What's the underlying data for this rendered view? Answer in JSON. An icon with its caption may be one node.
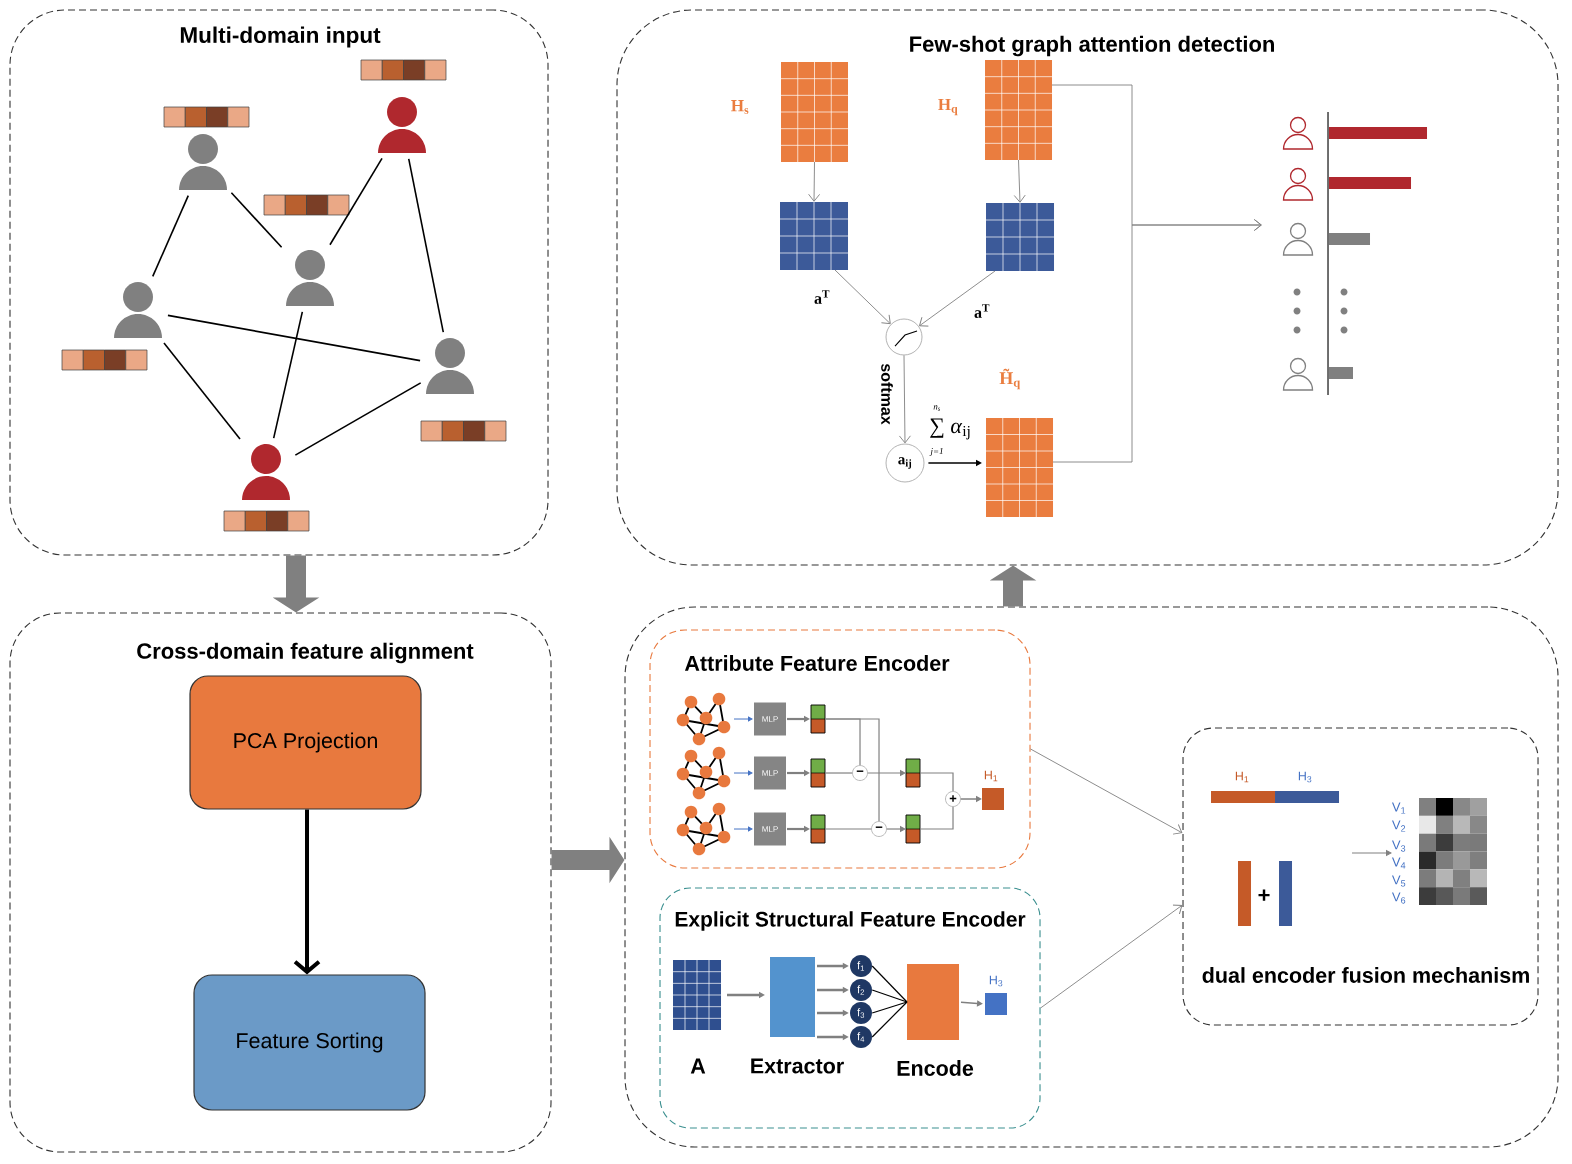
{
  "diagram": {
    "nodes": [
      {
        "text": [
          "Multi-domain input"
        ]
      },
      {
        "text": [],
        "shape": "person",
        "in": 0
      },
      {
        "text": [],
        "shape": "person",
        "in": 0
      },
      {
        "text": [],
        "shape": "person",
        "in": 0
      },
      {
        "text": [],
        "shape": "person",
        "in": 0
      },
      {
        "text": [],
        "shape": "person",
        "in": 0
      },
      {
        "text": [],
        "shape": "person",
        "in": 0
      },
      {
        "text": [
          "Few-shot graph attention detection"
        ]
      },
      {
        "text": [
          "H$_{s}$"
        ],
        "in": 7
      },
      {
        "text": [
          "H$_{q}$"
        ],
        "in": 7
      },
      {
        "text": [],
        "shape": "box",
        "in": 7
      },
      {
        "text": [],
        "shape": "box",
        "in": 7
      },
      {
        "text": [],
        "shape": "circle",
        "in": 7
      },
      {
        "text": [
          "a$_{ij}$"
        ],
        "in": 7
      },
      {
        "text": [
          "H̃$_{q}$"
        ],
        "in": 7
      },
      {
        "text": [],
        "shape": "picture",
        "in": 7
      },
      {
        "text": [
          "Cross-domain feature alignment"
        ]
      },
      {
        "text": [
          "PCA Projection"
        ],
        "in": 16
      },
      {
        "text": [
          "Feature Sorting"
        ],
        "in": 16
      },
      {
        "text": [],
        "shape": "box"
      },
      {
        "text": [
          "Attribute Feature Encoder"
        ],
        "in": 19
      },
      {
        "text": [],
        "shape": "picture",
        "in": 20
      },
      {
        "text": [],
        "shape": "picture",
        "in": 20
      },
      {
        "text": [],
        "shape": "picture",
        "in": 20
      },
      {
        "text": [
          "MLP"
        ],
        "in": 20
      },
      {
        "text": [
          "MLP"
        ],
        "in": 20
      },
      {
        "text": [
          "MLP"
        ],
        "in": 20
      },
      {
        "text": [],
        "shape": "box",
        "in": 20
      },
      {
        "text": [],
        "shape": "box",
        "in": 20
      },
      {
        "text": [],
        "shape": "box",
        "in": 20
      },
      {
        "text": [
          "−"
        ],
        "in": 20
      },
      {
        "text": [
          "−"
        ],
        "in": 20
      },
      {
        "text": [],
        "shape": "box",
        "in": 20
      },
      {
        "text": [],
        "shape": "box",
        "in": 20
      },
      {
        "text": [
          "+"
        ],
        "in": 20
      },
      {
        "text": [
          "H$_{1}$"
        ],
        "in": 20
      },
      {
        "text": [
          "Explicit Structural Feature Encoder"
        ],
        "in": 19
      },
      {
        "text": [
          "A"
        ],
        "in": 36
      },
      {
        "text": [
          "Extractor"
        ],
        "in": 36
      },
      {
        "text": [
          "f$_{1}$"
        ],
        "in": 36
      },
      {
        "text": [
          "f$_{2}$"
        ],
        "in": 36
      },
      {
        "text": [
          "f$_{3}$"
        ],
        "in": 36
      },
      {
        "text": [
          "f$_{4}$"
        ],
        "in": 36
      },
      {
        "text": [
          "Encode"
        ],
        "in": 36
      },
      {
        "text": [
          "H$_{3}$"
        ],
        "in": 36
      },
      {
        "text": [
          "dual encoder fusion mechanism"
        ],
        "in": 19
      },
      {
        "text": [
          "H$_{1}$"
        ],
        "in": 45
      },
      {
        "text": [
          "H$_{3}$"
        ],
        "in": 45
      },
      {
        "text": [],
        "shape": "box",
        "in": 45,
        "beside": [
          "V$_{1}$",
          "V$_{2}$",
          "V$_{3}$",
          "V$_{4}$",
          "V$_{5}$",
          "V$_{6}$"
        ]
      }
    ],
    "edges": [
      {
        "from": 1,
        "to": 4,
        "arrow": "none",
        "color": "#000000"
      },
      {
        "from": 1,
        "to": 3,
        "arrow": "none",
        "color": "#000000"
      },
      {
        "from": 2,
        "to": 3,
        "arrow": "none",
        "color": "#000000"
      },
      {
        "from": 2,
        "to": 5,
        "arrow": "none",
        "color": "#000000"
      },
      {
        "from": 4,
        "to": 5,
        "arrow": "none",
        "color": "#000000"
      },
      {
        "from": 3,
        "to": 6,
        "arrow": "none",
        "color": "#000000"
      },
      {
        "from": 4,
        "to": 6,
        "arrow": "none",
        "color": "#000000"
      },
      {
        "from": 5,
        "to": 6,
        "arrow": "none",
        "color": "#000000"
      },
      {
        "from": 0,
        "to": 16,
        "arrow": "to",
        "style": "thick"
      },
      {
        "from": 16,
        "to": 19,
        "arrow": "to",
        "style": "thick"
      },
      {
        "from": 19,
        "to": 7,
        "arrow": "to",
        "style": "thick"
      },
      {
        "from": 17,
        "to": 18,
        "arrow": "to",
        "style": "thick",
        "color": "#000000"
      },
      {
        "from": 8,
        "to": 10,
        "arrow": "to"
      },
      {
        "from": 9,
        "to": 11,
        "arrow": "to"
      },
      {
        "from": 10,
        "to": 12,
        "arrow": "to",
        "label": "a$^{T}$"
      },
      {
        "from": 11,
        "to": 12,
        "arrow": "to",
        "label": "a$^{T}$"
      },
      {
        "from": 12,
        "to": 13,
        "arrow": "to",
        "label": "softmax"
      },
      {
        "from": 13,
        "to": 14,
        "arrow": "to",
        "label": "∑ *α*$_{ij}$",
        "color": "#000000"
      },
      {
        "from": 9,
        "to": 15,
        "arrow": "to"
      },
      {
        "from": 14,
        "to": 15,
        "arrow": "to"
      },
      {
        "from": 21,
        "to": 24,
        "arrow": "to",
        "color": "#4472c4"
      },
      {
        "from": 22,
        "to": 25,
        "arrow": "to",
        "color": "#4472c4"
      },
      {
        "from": 23,
        "to": 26,
        "arrow": "to",
        "color": "#4472c4"
      },
      {
        "from": 24,
        "to": 27,
        "arrow": "to"
      },
      {
        "from": 25,
        "to": 28,
        "arrow": "to"
      },
      {
        "from": 26,
        "to": 29,
        "arrow": "to"
      },
      {
        "from": 27,
        "to": 30,
        "arrow": "none"
      },
      {
        "from": 27,
        "to": 31,
        "arrow": "none"
      },
      {
        "from": 28,
        "to": 30,
        "arrow": "none"
      },
      {
        "from": 30,
        "to": 32,
        "arrow": "to"
      },
      {
        "from": 29,
        "to": 31,
        "arrow": "none"
      },
      {
        "from": 31,
        "to": 33,
        "arrow": "to"
      },
      {
        "from": 32,
        "to": 34,
        "arrow": "none"
      },
      {
        "from": 33,
        "to": 34,
        "arrow": "none"
      },
      {
        "from": 34,
        "to": 35,
        "arrow": "to"
      },
      {
        "from": 37,
        "to": 38,
        "arrow": "to"
      },
      {
        "from": 38,
        "to": 39,
        "arrow": "to"
      },
      {
        "from": 38,
        "to": 40,
        "arrow": "to"
      },
      {
        "from": 38,
        "to": 41,
        "arrow": "to"
      },
      {
        "from": 38,
        "to": 42,
        "arrow": "to"
      },
      {
        "from": 39,
        "to": 43,
        "arrow": "none",
        "color": "#000000"
      },
      {
        "from": 40,
        "to": 43,
        "arrow": "none",
        "color": "#000000"
      },
      {
        "from": 41,
        "to": 43,
        "arrow": "none",
        "color": "#000000"
      },
      {
        "from": 42,
        "to": 43,
        "arrow": "none",
        "color": "#000000"
      },
      {
        "from": 43,
        "to": 44,
        "arrow": "to"
      },
      {
        "from": 20,
        "to": 45,
        "arrow": "to"
      },
      {
        "from": 36,
        "to": 45,
        "arrow": "to"
      },
      {
        "from": null,
        "to": 48,
        "arrow": "to"
      }
    ],
    "labels": [
      "n$_{s}$",
      "j=1",
      "+"
    ]
  }
}
